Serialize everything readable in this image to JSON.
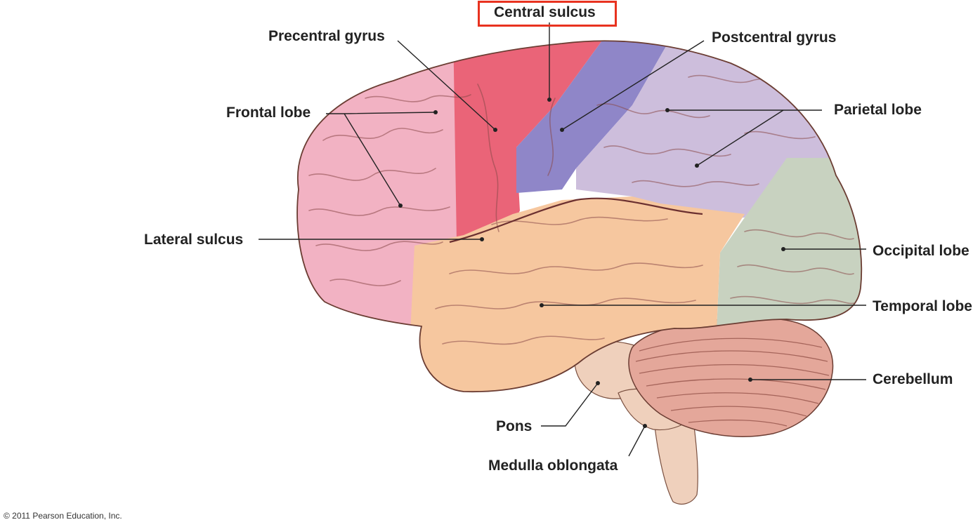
{
  "labels": {
    "central_sulcus": "Central sulcus",
    "precentral_gyrus": "Precentral gyrus",
    "postcentral_gyrus": "Postcentral gyrus",
    "frontal_lobe": "Frontal lobe",
    "parietal_lobe": "Parietal lobe",
    "lateral_sulcus": "Lateral sulcus",
    "occipital_lobe": "Occipital lobe",
    "temporal_lobe": "Temporal lobe",
    "cerebellum": "Cerebellum",
    "pons": "Pons",
    "medulla_oblongata": "Medulla oblongata"
  },
  "copyright": "© 2011 Pearson Education, Inc.",
  "colors": {
    "frontal": "#f2b2c3",
    "precentral": "#ea6478",
    "postcentral": "#8f86c8",
    "parietal": "#cdbedc",
    "occipital": "#c8d2c0",
    "temporal": "#f6c79f",
    "cerebellum": "#e4a79a",
    "brainstem": "#efd0bc",
    "highlight": "#e8321f",
    "leader": "#222222"
  }
}
